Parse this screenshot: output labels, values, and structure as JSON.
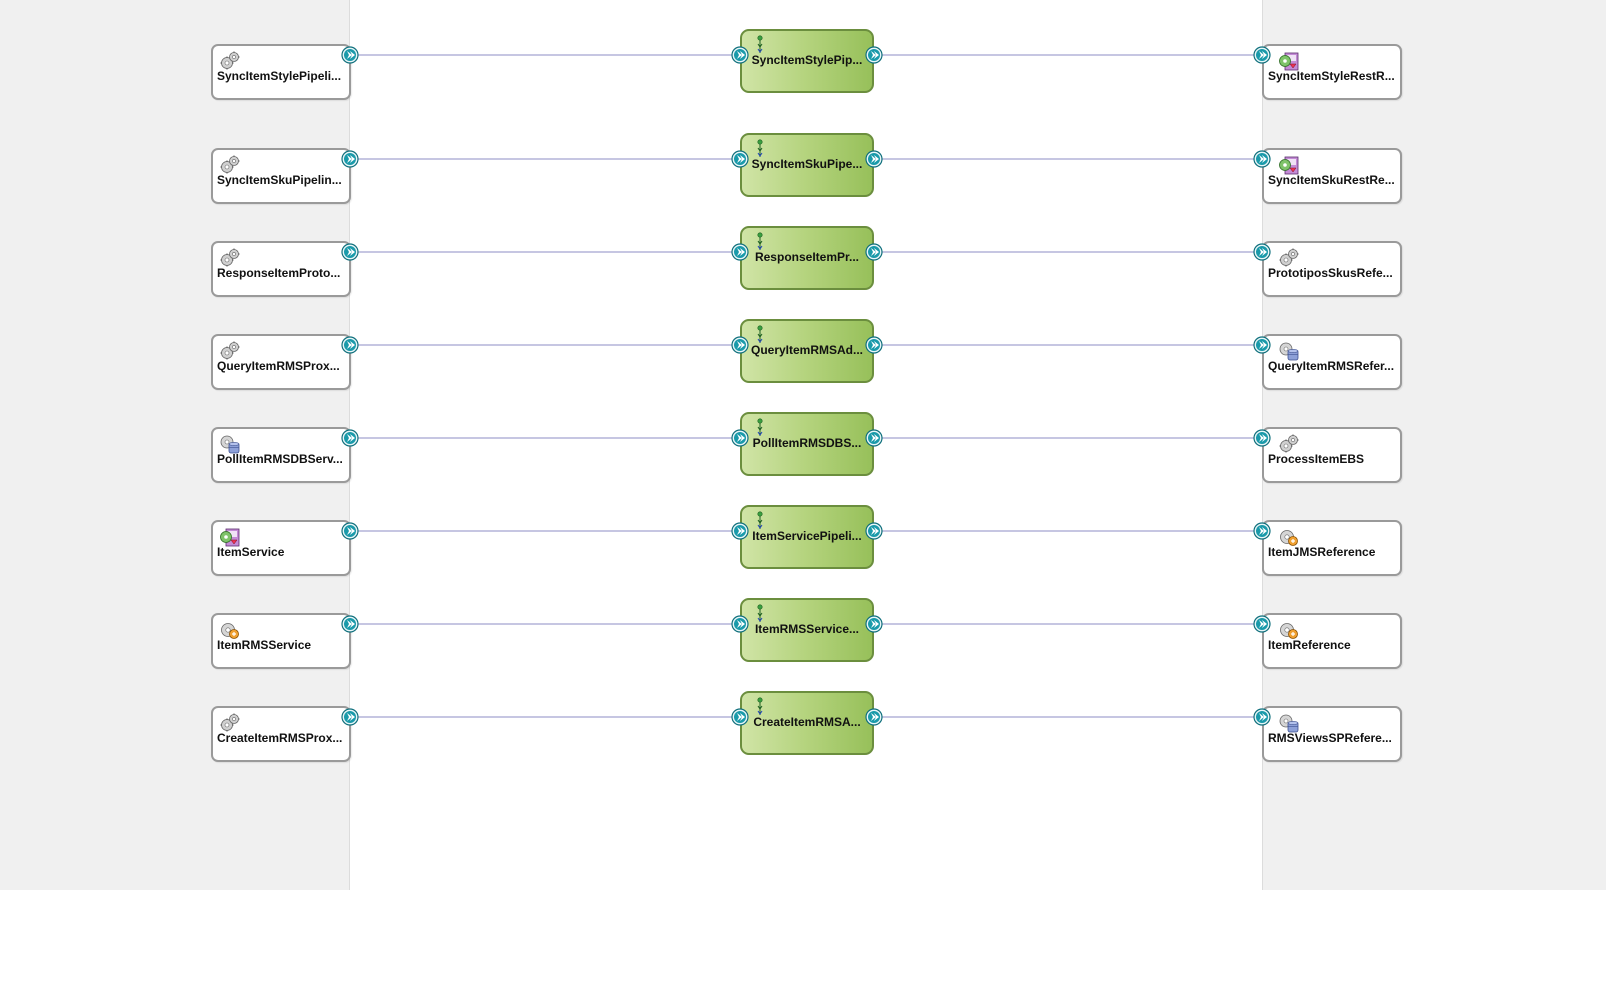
{
  "composite": {
    "rows": [
      {
        "service": {
          "label": "SyncItemStylePipeli...",
          "icon": "gear-service-icon"
        },
        "component": {
          "label": "SyncItemStylePip...",
          "icon": "pipeline-icon"
        },
        "reference": {
          "label": "SyncItemStyleRestR...",
          "icon": "rest-adapter-icon"
        }
      },
      {
        "service": {
          "label": "SyncItemSkuPipelin...",
          "icon": "gear-service-icon"
        },
        "component": {
          "label": "SyncItemSkuPipe...",
          "icon": "pipeline-icon"
        },
        "reference": {
          "label": "SyncItemSkuRestRe...",
          "icon": "rest-adapter-icon"
        }
      },
      {
        "service": {
          "label": "ResponseItemProto...",
          "icon": "gear-service-icon"
        },
        "component": {
          "label": "ResponseItemPr...",
          "icon": "pipeline-icon"
        },
        "reference": {
          "label": "PrototiposSkusRefe...",
          "icon": "gear-service-icon"
        }
      },
      {
        "service": {
          "label": "QueryItemRMSProx...",
          "icon": "gear-service-icon"
        },
        "component": {
          "label": "QueryItemRMSAd...",
          "icon": "pipeline-icon"
        },
        "reference": {
          "label": "QueryItemRMSRefer...",
          "icon": "db-adapter-icon"
        }
      },
      {
        "service": {
          "label": "PollItemRMSDBServ...",
          "icon": "db-adapter-icon"
        },
        "component": {
          "label": "PollItemRMSDBS...",
          "icon": "pipeline-icon"
        },
        "reference": {
          "label": "ProcessItemEBS",
          "icon": "gear-service-icon"
        }
      },
      {
        "service": {
          "label": "ItemService",
          "icon": "rest-adapter-icon"
        },
        "component": {
          "label": "ItemServicePipeli...",
          "icon": "pipeline-icon"
        },
        "reference": {
          "label": "ItemJMSReference",
          "icon": "jms-adapter-icon"
        }
      },
      {
        "service": {
          "label": "ItemRMSService",
          "icon": "jms-adapter-icon"
        },
        "component": {
          "label": "ItemRMSService...",
          "icon": "pipeline-icon"
        },
        "reference": {
          "label": "ItemReference",
          "icon": "jms-adapter-icon"
        }
      },
      {
        "service": {
          "label": "CreateItemRMSProx...",
          "icon": "gear-service-icon"
        },
        "component": {
          "label": "CreateItemRMSA...",
          "icon": "pipeline-icon"
        },
        "reference": {
          "label": "RMSViewsSPRefere...",
          "icon": "db-adapter-icon"
        }
      }
    ]
  },
  "colors": {
    "lane_background": "#f0f0f0",
    "wire": "#c6c6e2",
    "pipeline_fill": "#b4d37d",
    "pipeline_border": "#6b8e3e",
    "port": "#1a9aaa"
  }
}
